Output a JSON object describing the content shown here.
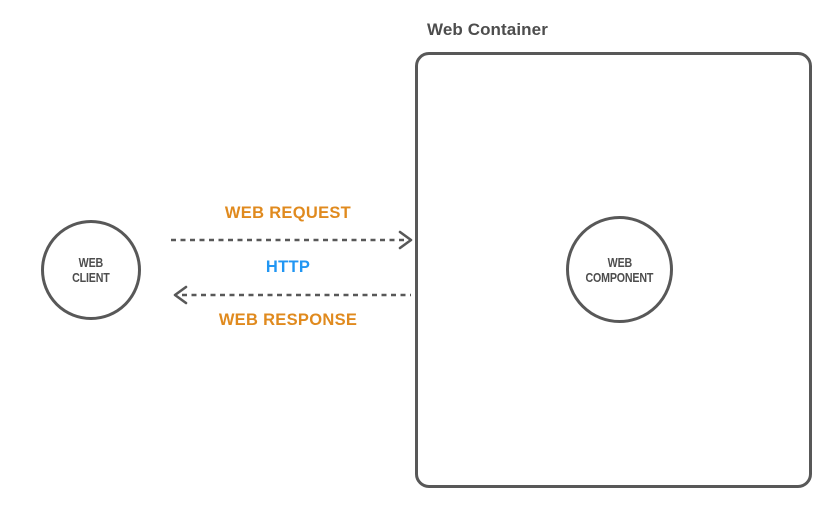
{
  "diagram": {
    "title": "Web Container",
    "nodes": {
      "client": {
        "name": "web-client",
        "line1": "WEB",
        "line2": "CLIENT"
      },
      "component": {
        "name": "web-component",
        "line1": "WEB",
        "line2": "COMPONENT"
      }
    },
    "flows": [
      {
        "id": "request",
        "label": "WEB REQUEST",
        "direction": "right",
        "style": "dashed",
        "color": "#e08a1e"
      },
      {
        "id": "protocol",
        "label": "HTTP",
        "direction": "none",
        "style": "text",
        "color": "#2196f3"
      },
      {
        "id": "response",
        "label": "WEB RESPONSE",
        "direction": "left",
        "style": "dashed",
        "color": "#e08a1e"
      }
    ],
    "colors": {
      "stroke": "#585858",
      "title": "#4d4d4d",
      "label_text": "#4d4d4d",
      "accent_orange": "#e08a1e",
      "accent_blue": "#2196f3",
      "background": "#ffffff"
    }
  }
}
